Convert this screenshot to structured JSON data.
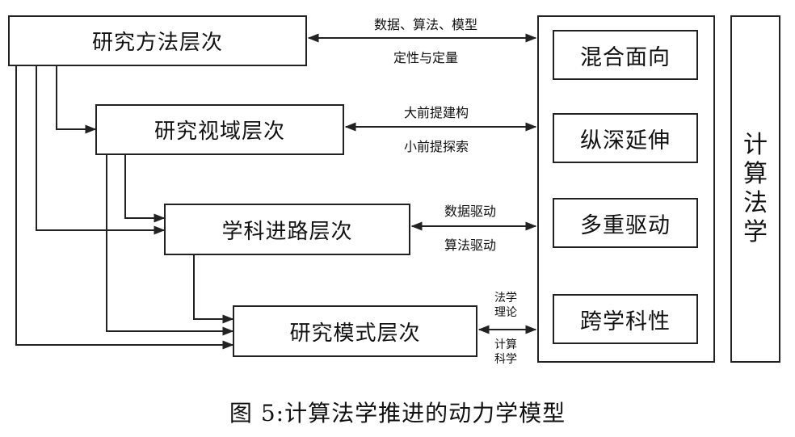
{
  "levels": {
    "method": "研究方法层次",
    "view": "研究视域层次",
    "path": "学科进路层次",
    "mode": "研究模式层次"
  },
  "arrows": {
    "a1_top": "数据、算法、模型",
    "a1_bottom": "定性与定量",
    "a2_top": "大前提建构",
    "a2_bottom": "小前提探索",
    "a3_top": "数据驱动",
    "a3_bottom": "算法驱动",
    "a4_top_l1": "法学",
    "a4_top_l2": "理论",
    "a4_bottom_l1": "计算",
    "a4_bottom_l2": "科学"
  },
  "features": [
    "混合面向",
    "纵深延伸",
    "多重驱动",
    "跨学科性"
  ],
  "side_label": [
    "计",
    "算",
    "法",
    "学"
  ],
  "caption": "图 5:计算法学推进的动力学模型"
}
